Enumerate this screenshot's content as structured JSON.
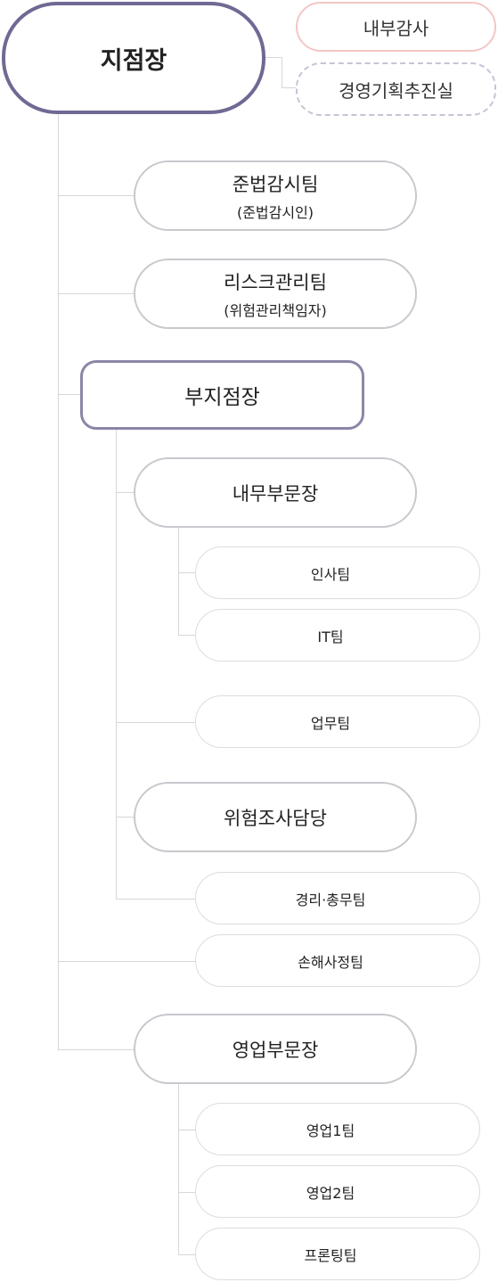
{
  "root": "지점장",
  "side": {
    "audit": "내부감사",
    "planning": "경영기획추진실"
  },
  "compliance": {
    "title": "준법감시팀",
    "sub": "(준법감시인)"
  },
  "risk": {
    "title": "리스크관리팀",
    "sub": "(위험관리책임자)"
  },
  "deputy": "부지점장",
  "internal_division": {
    "title": "내무부문장",
    "teams": [
      "인사팀",
      "IT팀"
    ]
  },
  "operations_team": "업무팀",
  "risk_survey": {
    "title": "위험조사담당",
    "teams": [
      "경리·총무팀"
    ]
  },
  "claims_team": "손해사정팀",
  "sales_division": {
    "title": "영업부문장",
    "teams": [
      "영업1팀",
      "영업2팀",
      "프론팅팀"
    ]
  }
}
